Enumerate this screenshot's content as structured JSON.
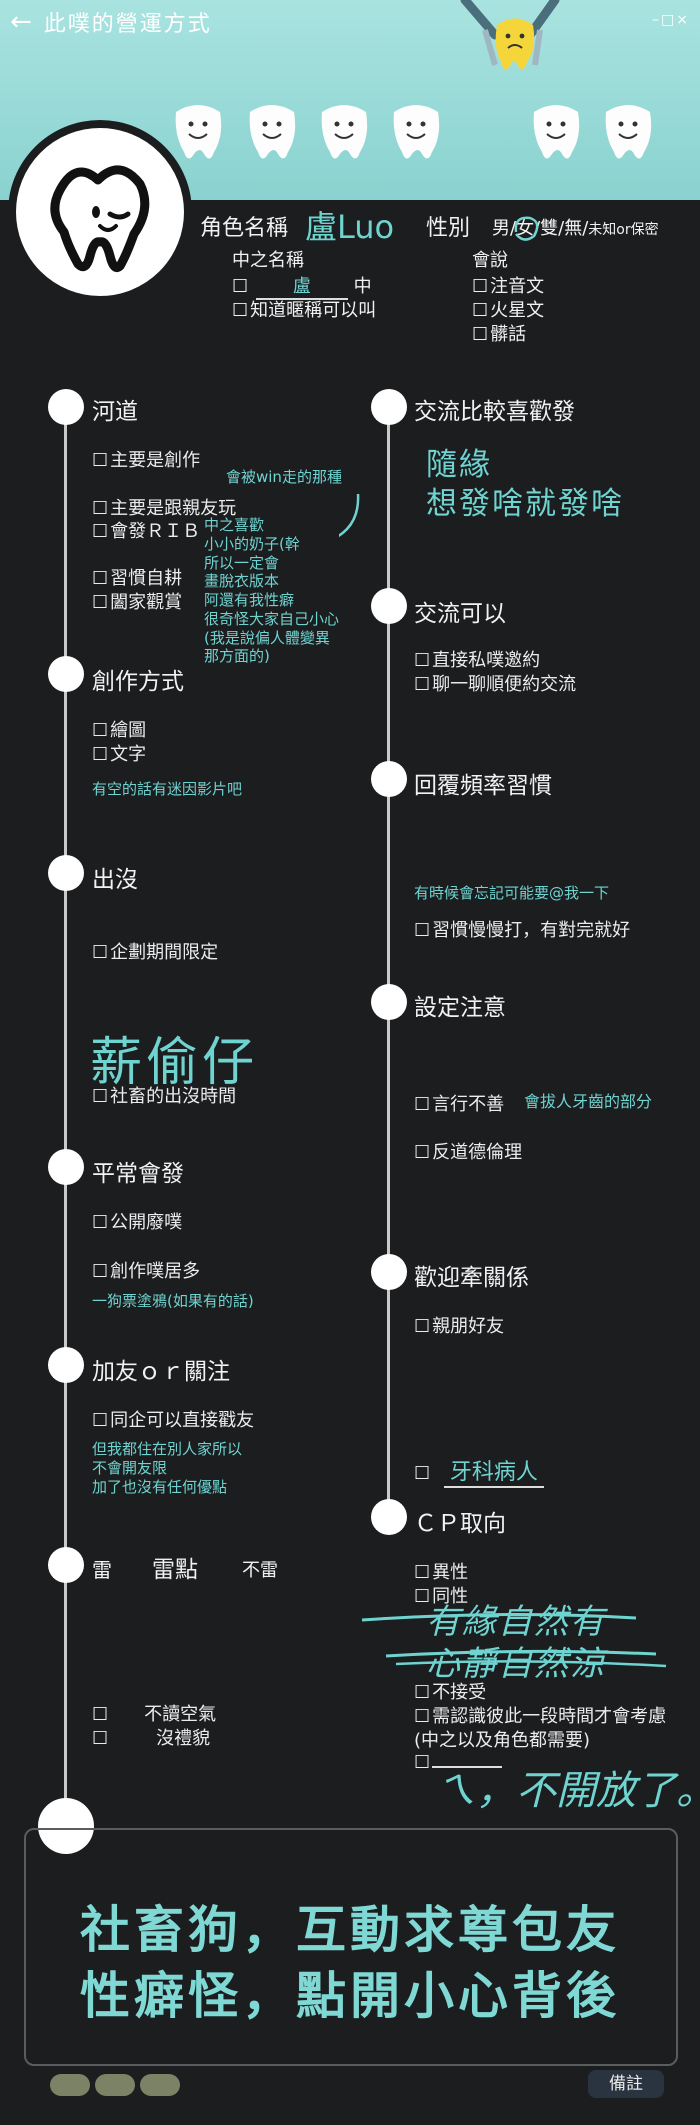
{
  "window": {
    "back_arrow": "←",
    "title": "此噗的營運方式",
    "controls": "–□×"
  },
  "profile": {
    "role_label": "角色名稱",
    "role_name": "盧Luo",
    "gender_label": "性別",
    "gender_options": "男/女/雙/無/",
    "gender_extra": "未知or保密",
    "nickname_label": "中之名稱",
    "nickname_value": "盧",
    "nickname_suffix": "中",
    "nickname_option": "知道暱稱可以叫",
    "speaks_label": "會說",
    "speaks": [
      "注音文",
      "火星文",
      "髒話"
    ]
  },
  "left": {
    "river": {
      "title": "河道",
      "items": [
        "主要是創作",
        "主要是跟親友玩",
        "會發ＲＩＢ",
        "習慣自耕",
        "闔家觀賞"
      ],
      "note_top": "會被win走的那種",
      "note_list": [
        "中之喜歡",
        "小小的奶子(幹",
        "所以一定會",
        "畫脫衣版本",
        "阿還有我性癖",
        "很奇怪大家自己小心",
        "(我是說偏人體變異",
        "那方面的)"
      ]
    },
    "create": {
      "title": "創作方式",
      "items": [
        "繪圖",
        "文字"
      ],
      "note": "有空的話有迷因影片吧"
    },
    "appear": {
      "title": "出沒",
      "items": [
        "企劃期間限定"
      ],
      "big": "薪偷仔",
      "item2": "社畜的出沒時間"
    },
    "usual": {
      "title": "平常會發",
      "items": [
        "公開廢噗",
        "創作噗居多"
      ],
      "note": "一狗票塗鴉(如果有的話)"
    },
    "friend": {
      "title": "加友ｏｒ關注",
      "items": [
        "同企可以直接戳友"
      ],
      "note": [
        "但我都住在別人家所以",
        "不會開友限",
        "加了也沒有任何優點"
      ]
    },
    "mine": {
      "title": "雷",
      "col1": "雷點",
      "col2": "不雷",
      "items": [
        "不讀空氣",
        "沒禮貌"
      ]
    }
  },
  "right": {
    "prefer": {
      "title": "交流比較喜歡發",
      "note": [
        "隨緣",
        "想發啥就發啥"
      ]
    },
    "ok": {
      "title": "交流可以",
      "items": [
        "直接私噗邀約",
        "聊一聊順便約交流"
      ]
    },
    "reply": {
      "title": "回覆頻率習慣",
      "note": "有時候會忘記可能要@我一下",
      "items": [
        "習慣慢慢打，有對完就好"
      ]
    },
    "setting": {
      "title": "設定注意",
      "items": [
        "言行不善",
        "反道德倫理"
      ],
      "note": "會拔人牙齒的部分"
    },
    "welcome": {
      "title": "歡迎牽關係",
      "items": [
        "親朋好友"
      ],
      "extra": "牙科病人"
    },
    "cp": {
      "title": "ＣＰ取向",
      "items": [
        "異性",
        "同性",
        "不接受",
        "需認識彼此一段時間才會考慮"
      ],
      "note_paren": "(中之以及角色都需要)",
      "strike1": "有緣自然有",
      "strike2": "心靜自然涼",
      "hand": "ㄟ，不開放了。"
    }
  },
  "footer": {
    "slogan1": "社畜狗，互動求尊包友",
    "slogan2": "性癖怪，點開小心背後",
    "remark": "備註"
  },
  "colors": {
    "accent": "#6fd3d0",
    "bg": "#1b1d1f",
    "header": "#96d9d6"
  }
}
